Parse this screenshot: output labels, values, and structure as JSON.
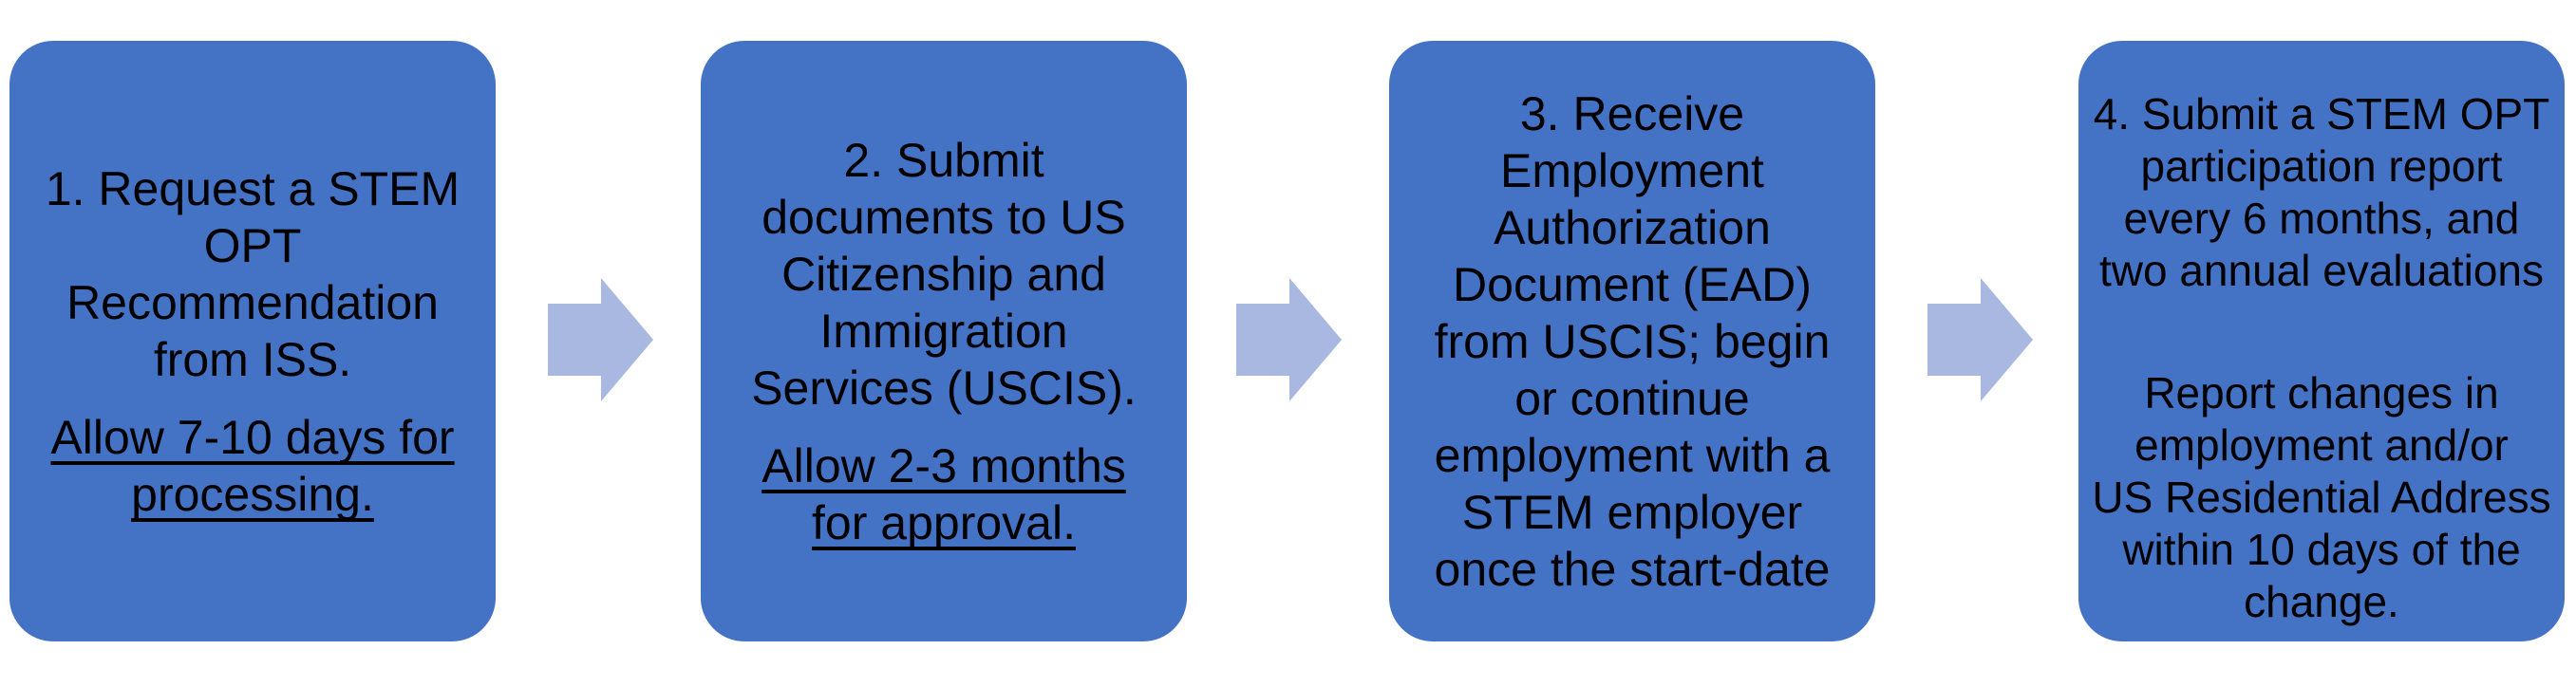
{
  "diagram": {
    "colors": {
      "box_fill": "#4472C4",
      "arrow_fill": "#A9B8E0",
      "text": "#000000",
      "background": "#FFFFFF"
    },
    "arrow_icon": "right-block-arrow",
    "steps": [
      {
        "body_lines": [
          "1. Request a STEM",
          "OPT",
          "Recommendation",
          "from ISS."
        ],
        "note_lines": [
          "Allow 7-10 days for",
          "processing."
        ],
        "note_underlined": true
      },
      {
        "body_lines": [
          "2. Submit",
          "documents to US",
          "Citizenship and",
          "Immigration",
          "Services (USCIS)."
        ],
        "note_lines": [
          "Allow 2-3 months",
          "for approval."
        ],
        "note_underlined": true
      },
      {
        "body_lines": [
          "3. Receive",
          "Employment",
          "Authorization",
          "Document (EAD)",
          "from USCIS; begin",
          "or continue",
          "employment with a",
          "STEM employer",
          "once the start-date"
        ],
        "note_lines": [],
        "note_underlined": false
      },
      {
        "body_lines": [
          "4. Submit a STEM OPT",
          "participation report",
          "every 6 months, and",
          "two annual evaluations"
        ],
        "note_lines": [
          "Report changes in",
          "employment and/or",
          "US Residential Address",
          "within 10 days of the",
          "change."
        ],
        "note_underlined": false
      }
    ]
  }
}
